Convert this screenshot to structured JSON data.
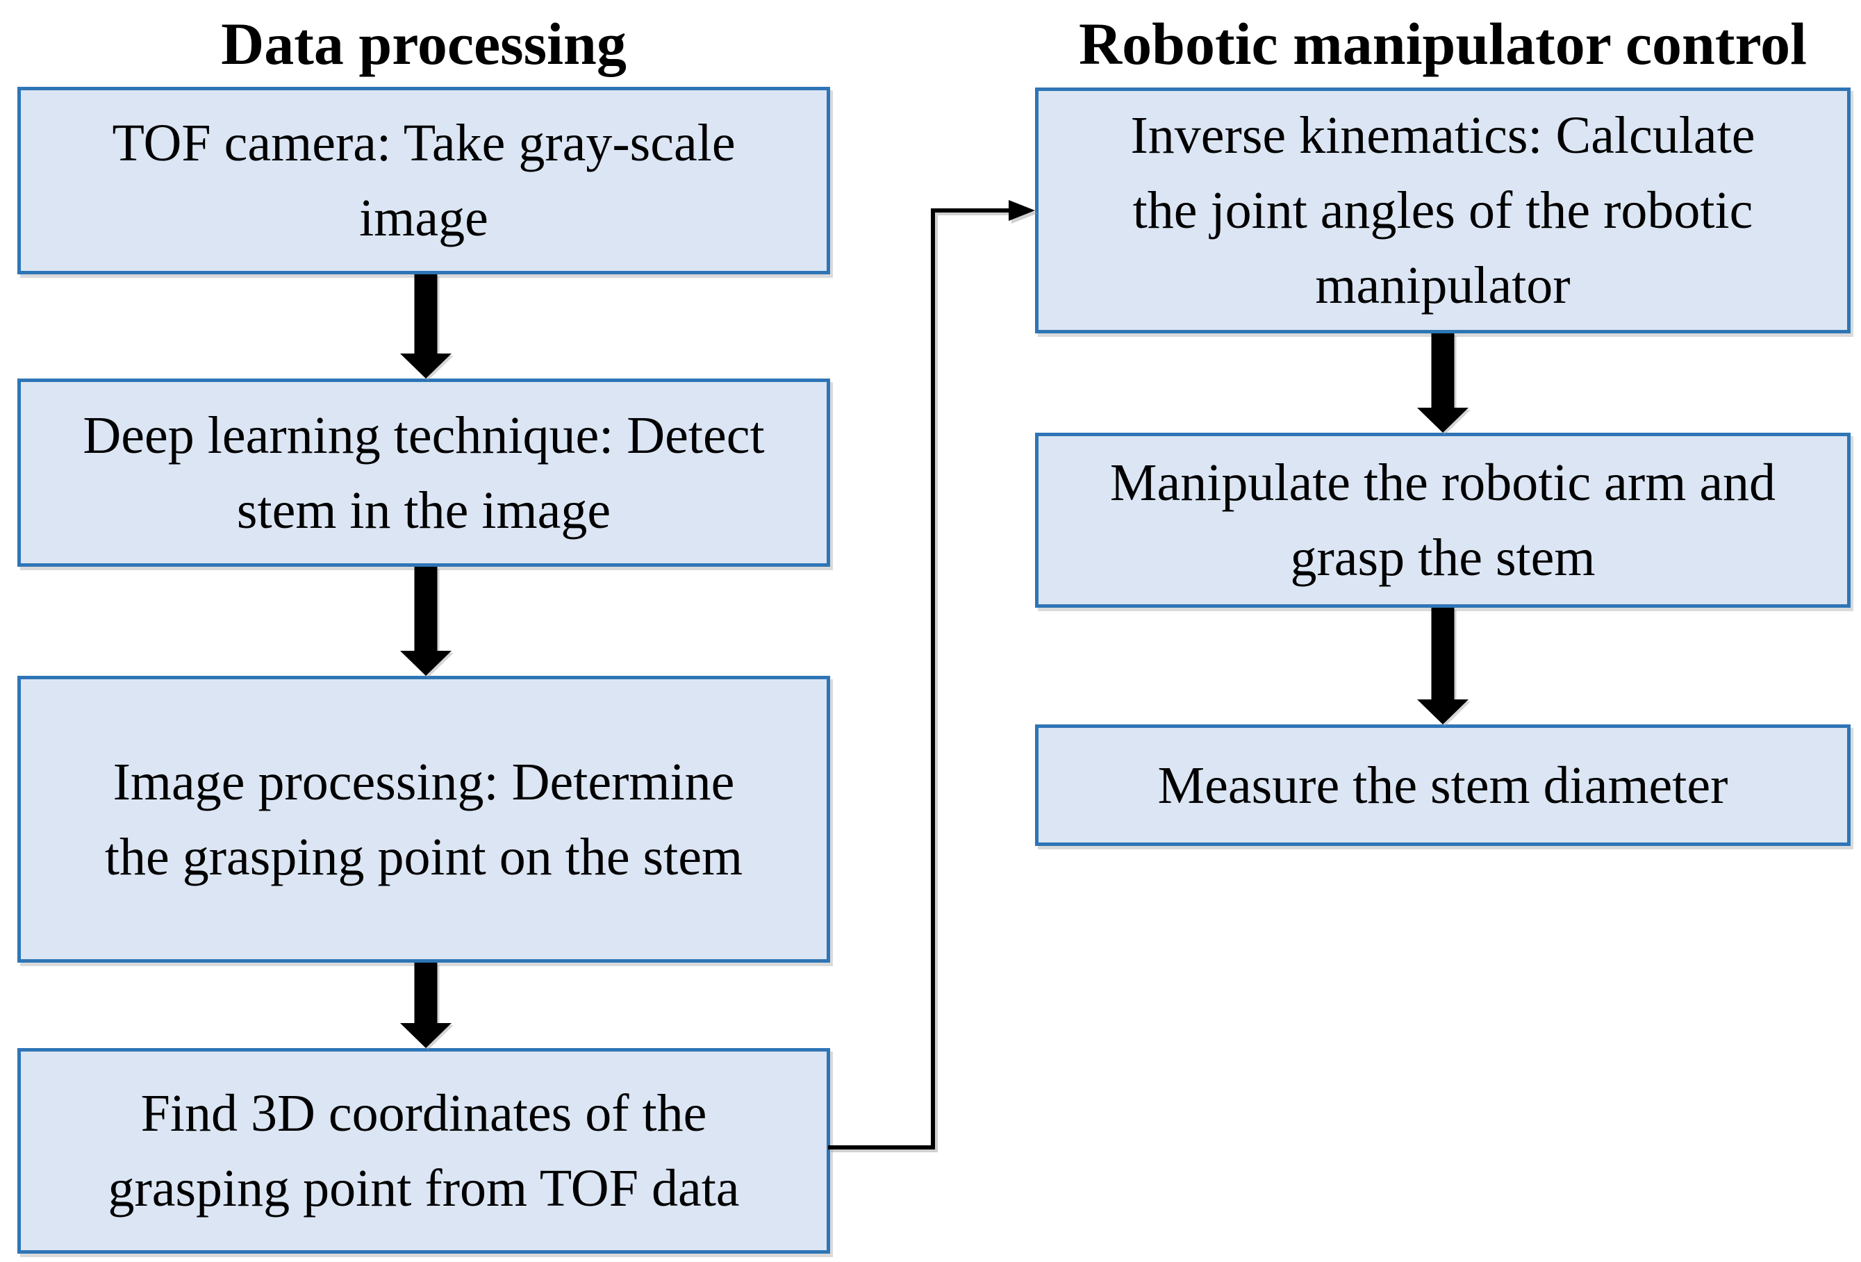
{
  "diagram": {
    "type": "flowchart",
    "colors": {
      "background": "#ffffff",
      "box_fill": "#dbe5f3",
      "box_border": "#2e75b6",
      "arrow": "#000000",
      "text": "#000000"
    },
    "left_column": {
      "title": "Data processing",
      "boxes": [
        {
          "id": "tof-camera",
          "lines": [
            "TOF camera: Take gray-scale",
            "image"
          ]
        },
        {
          "id": "deep-learning",
          "lines": [
            "Deep learning technique: Detect",
            "stem in the image"
          ]
        },
        {
          "id": "image-processing",
          "lines": [
            "Image processing: Determine",
            "the grasping point on the stem"
          ]
        },
        {
          "id": "find-3d-coordinates",
          "lines": [
            "Find 3D coordinates of the",
            "grasping point from TOF data"
          ]
        }
      ]
    },
    "right_column": {
      "title": "Robotic manipulator control",
      "boxes": [
        {
          "id": "inverse-kinematics",
          "lines": [
            "Inverse kinematics: Calculate",
            "the joint angles of the robotic",
            "manipulator"
          ]
        },
        {
          "id": "manipulate-arm",
          "lines": [
            "Manipulate the robotic arm and",
            "grasp the stem"
          ]
        },
        {
          "id": "measure-diameter",
          "lines": [
            "Measure the stem diameter"
          ]
        }
      ]
    }
  }
}
